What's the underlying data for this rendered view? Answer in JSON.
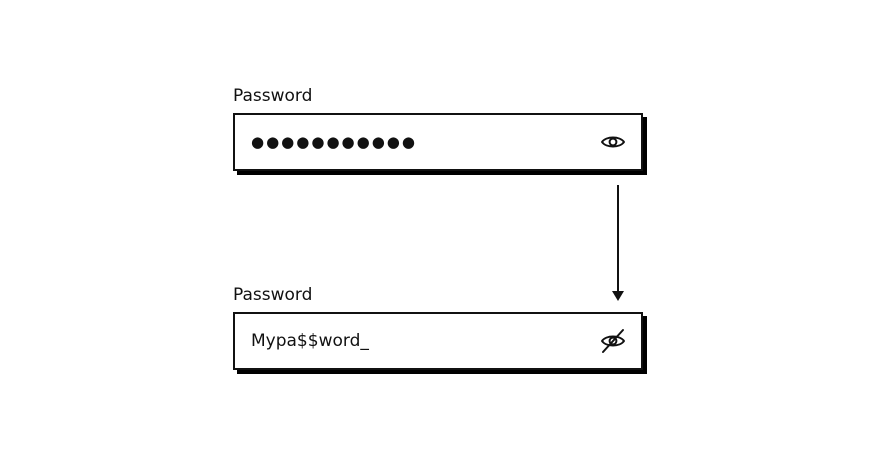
{
  "hidden_field": {
    "label": "Password",
    "masked_value": "●●●●●●●●●●●",
    "toggle_icon": "eye-icon"
  },
  "visible_field": {
    "label": "Password",
    "value": "Mypa$$word_",
    "toggle_icon": "eye-off-icon"
  },
  "colors": {
    "ink": "#111111",
    "shadow": "#000000",
    "background": "#ffffff"
  }
}
